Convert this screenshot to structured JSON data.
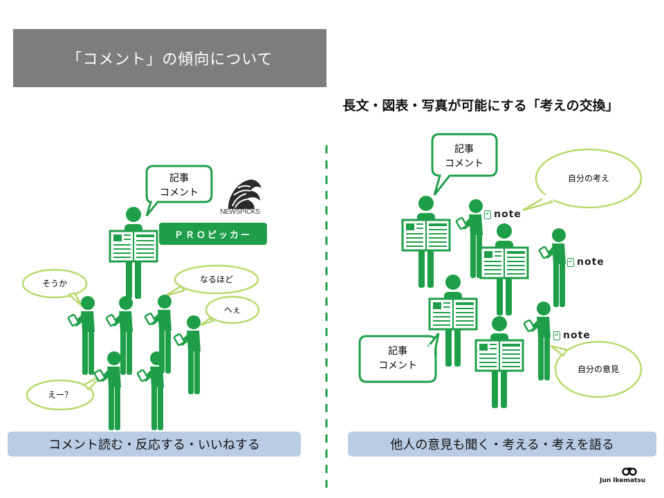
{
  "title": "「コメント」の傾向について",
  "subtitle": "長文・図表・写真が可能にする「考えの交換」",
  "left": {
    "bubble_article": [
      "記事",
      "コメント"
    ],
    "newspicks_logo": "NEWSPICKS",
    "pro_badge": "ＰＲＯピッカー",
    "reactions": [
      "そうか",
      "なるほど",
      "へぇ",
      "えー？"
    ],
    "caption": "コメント読む・反応する・いいねする"
  },
  "right": {
    "bubble_article_top": [
      "記事",
      "コメント"
    ],
    "bubble_article_bottom": [
      "記事",
      "コメント"
    ],
    "bubble_own_thought": "自分の考え",
    "bubble_own_opinion": "自分の意見",
    "note_label": "note",
    "caption": "他人の意見も聞く・考える・考えを語る"
  },
  "author": "Jun Ikematsu",
  "colors": {
    "green": "#1e9e48",
    "gray": "#7d7d7d",
    "caption_bg": "#b8cce4"
  }
}
